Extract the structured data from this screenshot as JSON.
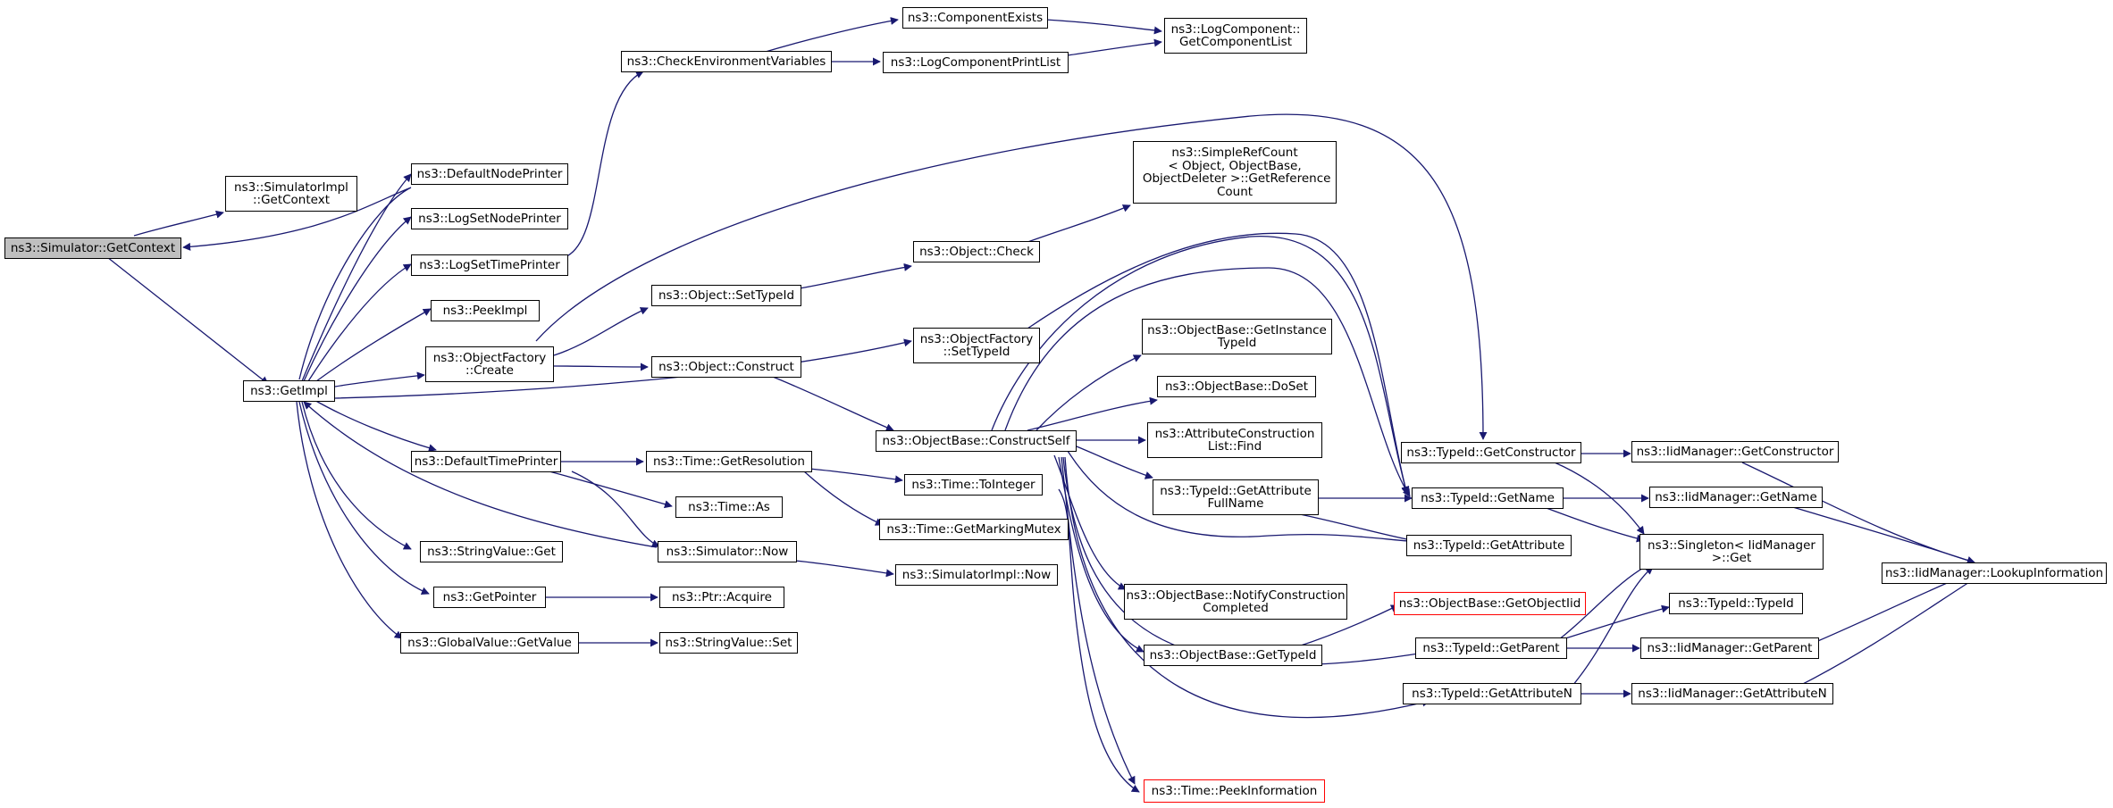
{
  "colors": {
    "edge": "#191970",
    "root_fill": "#bfbfbf",
    "border": "#000000",
    "truncated_border": "#ff0000"
  },
  "nodes": {
    "get_context": "ns3::Simulator::GetContext",
    "impl_get_context": "ns3::SimulatorImpl\n::GetContext",
    "get_impl": "ns3::GetImpl",
    "default_node_printer": "ns3::DefaultNodePrinter",
    "log_set_node_printer": "ns3::LogSetNodePrinter",
    "log_set_time_printer": "ns3::LogSetTimePrinter",
    "peek_impl": "ns3::PeekImpl",
    "object_factory_create": "ns3::ObjectFactory\n::Create",
    "default_time_printer": "ns3::DefaultTimePrinter",
    "string_value_get": "ns3::StringValue::Get",
    "get_pointer": "ns3::GetPointer",
    "global_value_get_value": "ns3::GlobalValue::GetValue",
    "check_env_vars": "ns3::CheckEnvironmentVariables",
    "component_exists": "ns3::ComponentExists",
    "log_component_print_list": "ns3::LogComponentPrintList",
    "log_component_get_list": "ns3::LogComponent::\nGetComponentList",
    "object_set_type_id": "ns3::Object::SetTypeId",
    "object_construct": "ns3::Object::Construct",
    "time_get_resolution": "ns3::Time::GetResolution",
    "time_as": "ns3::Time::As",
    "simulator_now": "ns3::Simulator::Now",
    "ptr_acquire": "ns3::Ptr::Acquire",
    "string_value_set": "ns3::StringValue::Set",
    "object_check": "ns3::Object::Check",
    "simple_ref_count": "ns3::SimpleRefCount\n< Object, ObjectBase,\n ObjectDeleter >::GetReference\nCount",
    "object_factory_set_type_id": "ns3::ObjectFactory\n::SetTypeId",
    "construct_self": "ns3::ObjectBase::ConstructSelf",
    "time_to_integer": "ns3::Time::ToInteger",
    "time_get_marking_mutex": "ns3::Time::GetMarkingMutex",
    "simulator_impl_now": "ns3::SimulatorImpl::Now",
    "get_instance_type_id": "ns3::ObjectBase::GetInstance\nTypeId",
    "do_set": "ns3::ObjectBase::DoSet",
    "attr_construction_list_find": "ns3::AttributeConstruction\nList::Find",
    "get_attribute_full_name": "ns3::TypeId::GetAttribute\nFullName",
    "notify_construction_completed": "ns3::ObjectBase::NotifyConstruction\nCompleted",
    "object_base_get_type_id": "ns3::ObjectBase::GetTypeId",
    "time_peek_information": "ns3::Time::PeekInformation",
    "type_id_get_constructor": "ns3::TypeId::GetConstructor",
    "type_id_get_name": "ns3::TypeId::GetName",
    "type_id_get_attribute": "ns3::TypeId::GetAttribute",
    "get_object_iid": "ns3::ObjectBase::GetObjectIid",
    "type_id_get_parent": "ns3::TypeId::GetParent",
    "type_id_get_attribute_n": "ns3::TypeId::GetAttributeN",
    "iid_get_constructor": "ns3::IidManager::GetConstructor",
    "iid_get_name": "ns3::IidManager::GetName",
    "singleton_get": "ns3::Singleton< IidManager\n>::Get",
    "type_id_type_id": "ns3::TypeId::TypeId",
    "iid_get_parent": "ns3::IidManager::GetParent",
    "iid_get_attribute_n": "ns3::IidManager::GetAttributeN",
    "iid_lookup_information": "ns3::IidManager::LookupInformation"
  }
}
